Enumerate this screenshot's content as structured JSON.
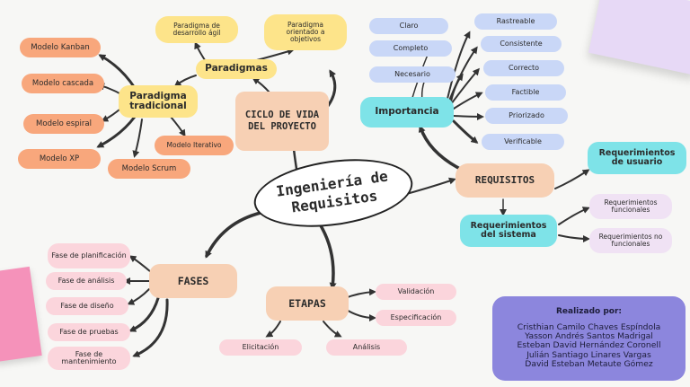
{
  "center": {
    "label": "Ingeniería de Requisitos"
  },
  "ciclo": {
    "label": "CICLO DE VIDA DEL PROYECTO"
  },
  "paradigmas": {
    "label": "Paradigmas",
    "agil": "Paradigma de desarrollo ágil",
    "objetivos": "Paradigma orientado a objetivos",
    "tradicional": {
      "label": "Paradigma tradicional",
      "models": [
        "Modelo Kanban",
        "Modelo cascada",
        "Modelo espiral",
        "Modelo XP",
        "Modelo Scrum",
        "Modelo Iterativo"
      ]
    }
  },
  "requisitos": {
    "label": "REQUISITOS",
    "importancia": {
      "label": "Importancia",
      "left": [
        "Claro",
        "Completo",
        "Necesario"
      ],
      "right": [
        "Rastreable",
        "Consistente",
        "Correcto",
        "Factible",
        "Priorizado",
        "Verificable"
      ]
    },
    "usuario": "Requerimientos de usuario",
    "sistema": {
      "label": "Requerimientos del sistema",
      "subs": [
        "Requerimientos funcionales",
        "Requerimientos no funcionales"
      ]
    }
  },
  "fases": {
    "label": "FASES",
    "items": [
      "Fase de planificación",
      "Fase de análisis",
      "Fase de diseño",
      "Fase de pruebas",
      "Fase de mantenimiento"
    ]
  },
  "etapas": {
    "label": "ETAPAS",
    "items": [
      "Validación",
      "Especificación",
      "Análisis",
      "Elicitación"
    ]
  },
  "credits": {
    "title": "Realizado por:",
    "names": [
      "Cristhian Camilo Chaves Espíndola",
      "Yasson Andrés Santos Madrigal",
      "Esteban David Hernández Coronell",
      "Julián Santiago Linares Vargas",
      "David Esteban Metaute Gómez"
    ]
  },
  "colors": {
    "accent_cyan": "#7ee3e8",
    "credits_bg": "#8c86dd",
    "peach": "#f8a77c",
    "yellow": "#fde48a"
  }
}
